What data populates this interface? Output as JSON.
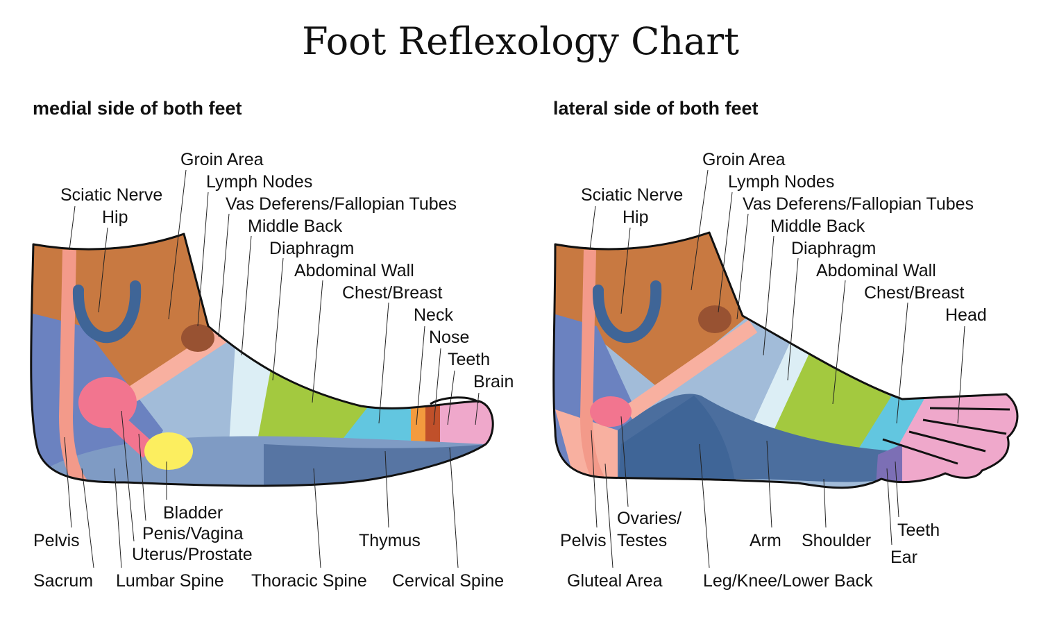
{
  "title": "Foot Reflexology Chart",
  "colors": {
    "ankle": "#C87941",
    "midfoot": "#A2BCD9",
    "heel": "#6B82C0",
    "diaphragm": "#DCEEF5",
    "chest": "#A3C93F",
    "neck": "#62C6E0",
    "nose": "#F39B3E",
    "teeth": "#C0502A",
    "brain": "#EFA8CB",
    "sciatic": "#F39A8A",
    "sole": "#5775A3",
    "lymph": "#985232",
    "bladder": "#F2758F",
    "uterus": "#FCEE5F",
    "hip": "#3F6597"
  },
  "medial": {
    "heading": "medial side of both feet",
    "top_labels": [
      "Groin Area",
      "Lymph Nodes",
      "Vas Deferens/Fallopian Tubes",
      "Middle Back",
      "Diaphragm",
      "Abdominal Wall",
      "Chest/Breast",
      "Neck",
      "Nose",
      "Teeth",
      "Brain"
    ],
    "left_labels": [
      "Sciatic Nerve",
      "Hip"
    ],
    "bottom_labels": [
      "Bladder",
      "Penis/Vagina",
      "Uterus/Prostate",
      "Pelvis",
      "Sacrum",
      "Lumbar Spine",
      "Thoracic Spine",
      "Thymus",
      "Cervical Spine"
    ]
  },
  "lateral": {
    "heading": "lateral side of both feet",
    "top_labels": [
      "Groin Area",
      "Lymph Nodes",
      "Vas Deferens/Fallopian Tubes",
      "Middle Back",
      "Diaphragm",
      "Abdominal Wall",
      "Chest/Breast",
      "Head"
    ],
    "left_labels": [
      "Sciatic Nerve",
      "Hip"
    ],
    "bottom_labels": [
      "Ovaries/",
      "Testes",
      "Pelvis",
      "Arm",
      "Shoulder",
      "Teeth",
      "Ear",
      "Gluteal Area",
      "Leg/Knee/Lower Back"
    ]
  }
}
